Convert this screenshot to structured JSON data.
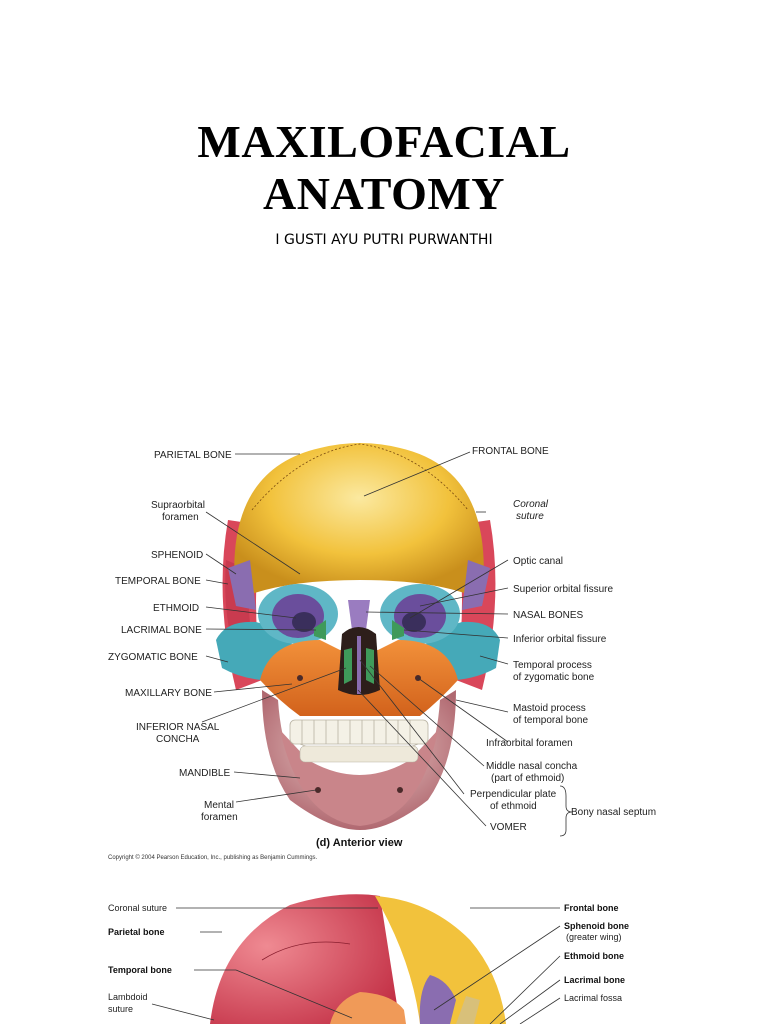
{
  "document": {
    "title_line1": "MAXILOFACIAL",
    "title_line2": "ANATOMY",
    "author": "I GUSTI AYU PUTRI PURWANTHI"
  },
  "figure_anterior": {
    "caption": "(d) Anterior view",
    "copyright": "Copyright © 2004 Pearson Education, Inc., publishing as Benjamin Cummings.",
    "left_labels": {
      "parietal": "PARIETAL BONE",
      "supraorbital_1": "Supraorbital",
      "supraorbital_2": "foramen",
      "sphenoid": "SPHENOID",
      "temporal": "TEMPORAL BONE",
      "ethmoid": "ETHMOID",
      "lacrimal": "LACRIMAL BONE",
      "zygomatic": "ZYGOMATIC BONE",
      "maxillary": "MAXILLARY BONE",
      "inferior_nasal_1": "INFERIOR NASAL",
      "inferior_nasal_2": "CONCHA",
      "mandible": "MANDIBLE",
      "mental_1": "Mental",
      "mental_2": "foramen"
    },
    "right_labels": {
      "frontal": "FRONTAL BONE",
      "coronal_1": "Coronal",
      "coronal_2": "suture",
      "optic": "Optic canal",
      "superior_orbital": "Superior orbital fissure",
      "nasal": "NASAL BONES",
      "inferior_orbital": "Inferior orbital fissure",
      "temporal_process_1": "Temporal process",
      "temporal_process_2": "of zygomatic bone",
      "mastoid_1": "Mastoid process",
      "mastoid_2": "of temporal bone",
      "infraorbital": "Infraorbital foramen",
      "middle_nasal_1": "Middle nasal concha",
      "middle_nasal_2": "(part of ethmoid)",
      "perpendicular_1": "Perpendicular plate",
      "perpendicular_2": "of ethmoid",
      "bony_septum": "Bony nasal septum",
      "vomer": "VOMER"
    }
  },
  "figure_lateral": {
    "left_labels": {
      "coronal": "Coronal suture",
      "parietal": "Parietal bone",
      "temporal": "Temporal bone",
      "lambdoid_1": "Lambdoid",
      "lambdoid_2": "suture"
    },
    "right_labels": {
      "frontal": "Frontal bone",
      "sphenoid_1": "Sphenoid bone",
      "sphenoid_2": "(greater wing)",
      "ethmoid": "Ethmoid bone",
      "lacrimal": "Lacrimal bone",
      "lacrimal_fossa": "Lacrimal fossa"
    }
  },
  "colors": {
    "frontal": "#f2c23c",
    "parietal": "#d9475a",
    "zygomatic": "#45a9b8",
    "maxilla": "#e8782a",
    "sphenoid": "#8a6db0",
    "mandible": "#c9858a",
    "nasal": "#9a7cc0",
    "teeth": "#f4f1e6"
  }
}
